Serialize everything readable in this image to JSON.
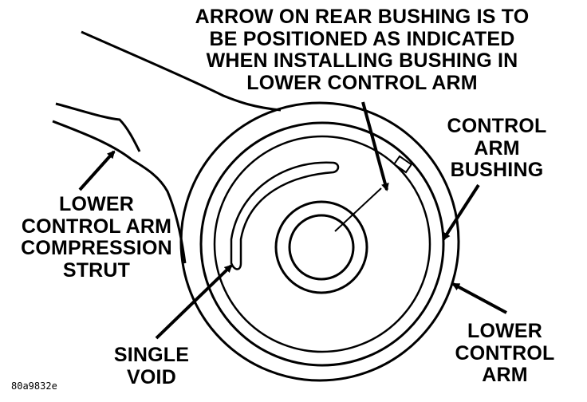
{
  "callouts": {
    "arrow_note": "ARROW ON REAR BUSHING IS TO\nBE POSITIONED AS INDICATED\nWHEN INSTALLING BUSHING IN\nLOWER CONTROL ARM",
    "control_arm_bushing": "CONTROL\nARM\nBUSHING",
    "compression_strut": "LOWER\nCONTROL ARM\nCOMPRESSION\nSTRUT",
    "single_void": "SINGLE\nVOID",
    "lower_control_arm": "LOWER\nCONTROL\nARM"
  },
  "figure_id": "80a9832e",
  "colors": {
    "line": "#000000",
    "background": "#ffffff"
  }
}
